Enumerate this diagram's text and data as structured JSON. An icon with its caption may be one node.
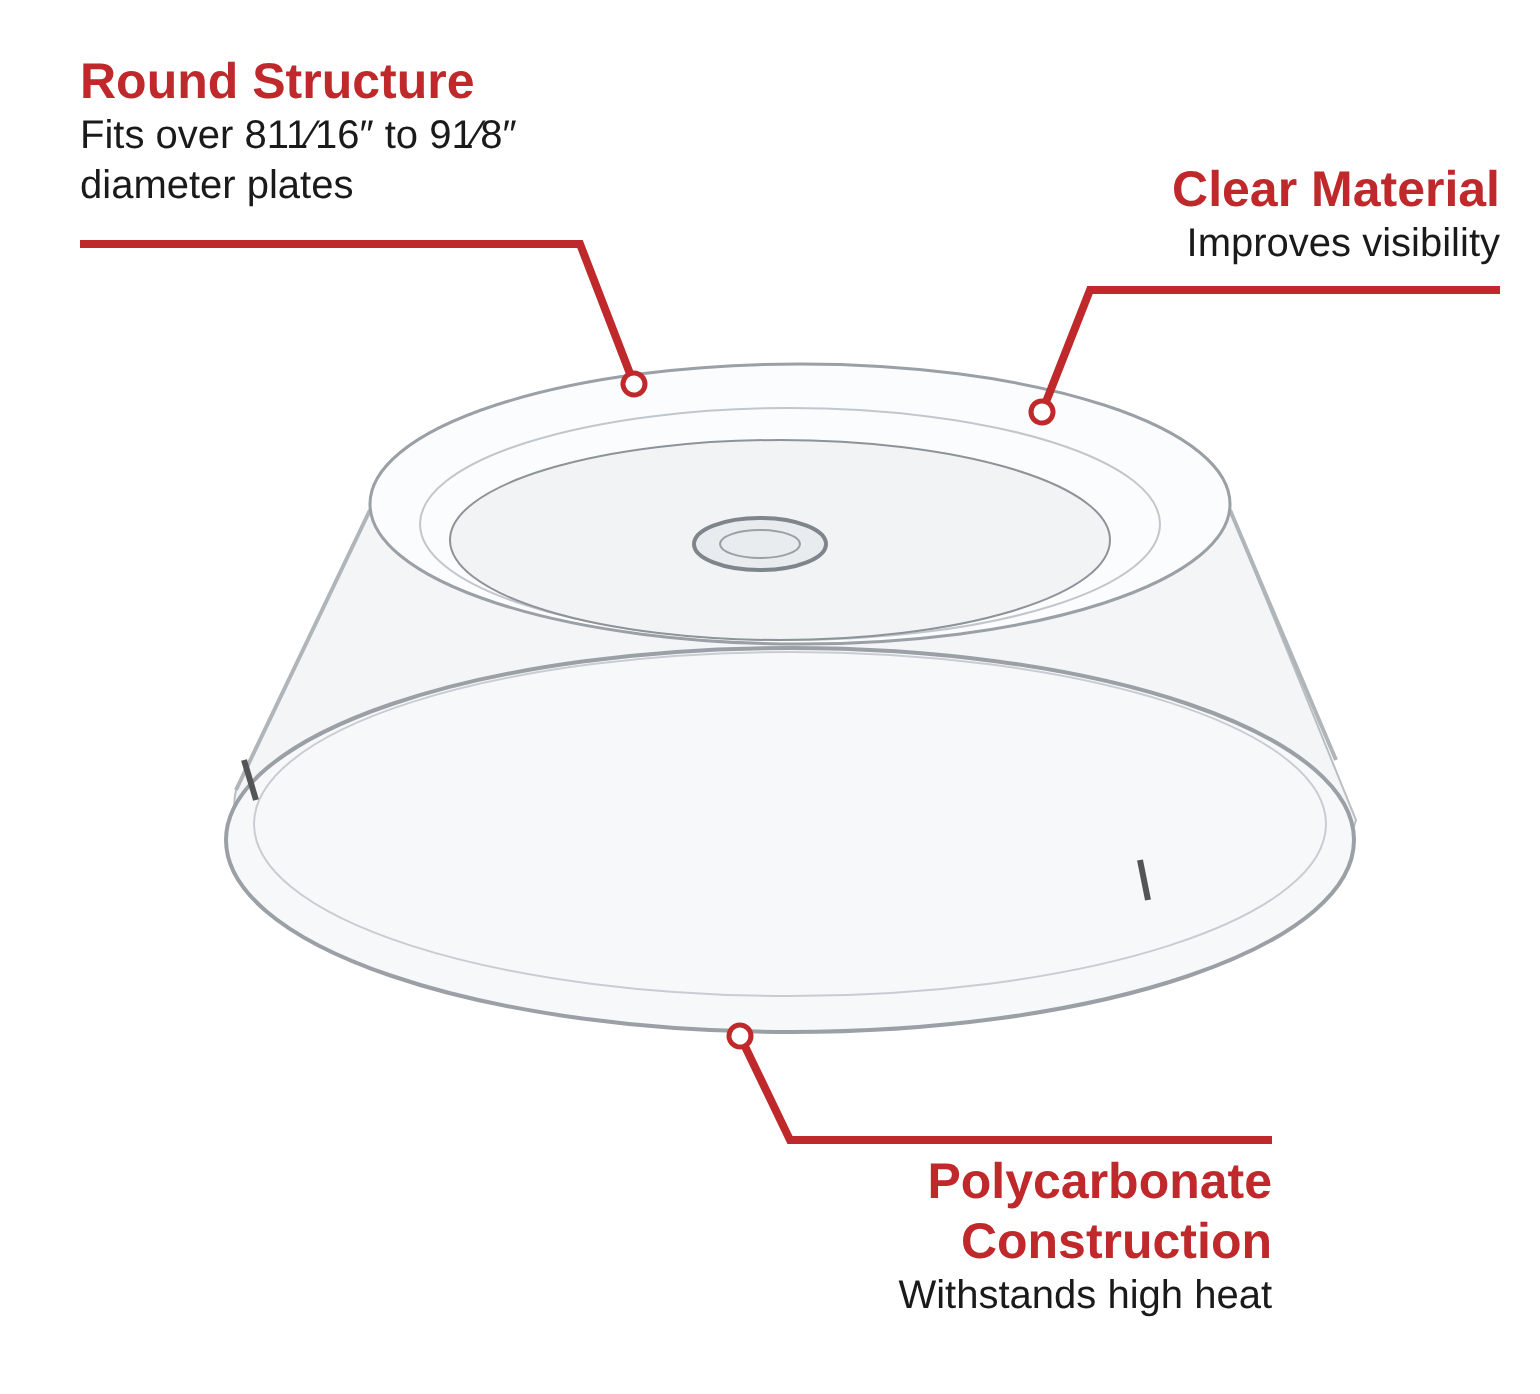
{
  "diagram": {
    "nodes": [
      {
        "text": [
          "Round Structure",
          "Fits over 811⁄16″ to 91⁄8″ diameter plates"
        ]
      },
      {
        "text": [
          "Clear Material",
          "Improves visibility"
        ]
      },
      {
        "text": [
          "Polycarbonate Construction",
          "Withstands high heat"
        ]
      }
    ],
    "edges": [
      {
        "from": 0,
        "to": null,
        "arrow": "other"
      },
      {
        "from": 1,
        "to": null,
        "arrow": "other"
      },
      {
        "from": 2,
        "to": null,
        "arrow": "other"
      }
    ]
  }
}
